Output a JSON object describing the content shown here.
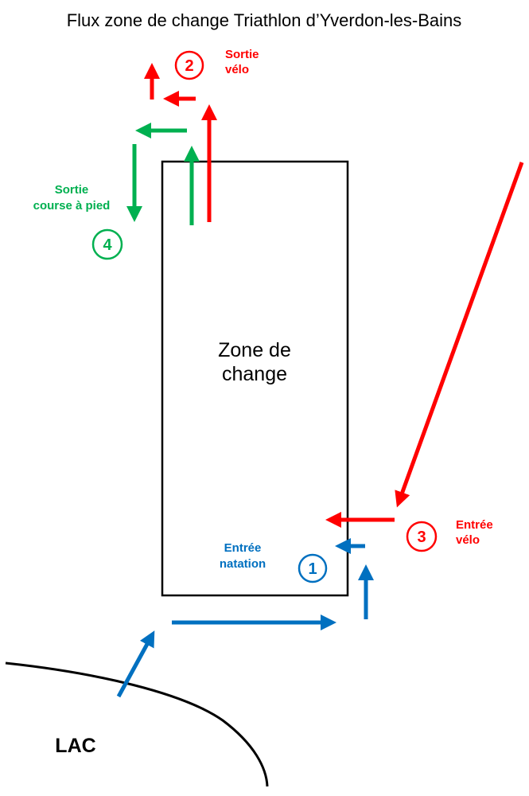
{
  "title": "Flux zone de change Triathlon d’Yverdon-les-Bains",
  "zone": {
    "line1": "Zone de",
    "line2": "change"
  },
  "lake": "LAC",
  "colors": {
    "swim": "#0070C0",
    "bike": "#FF0000",
    "run": "#00B050",
    "outline": "#000000"
  },
  "steps": [
    {
      "number": "1",
      "label_line1": "Entrée",
      "label_line2": "natation",
      "color": "#0070C0"
    },
    {
      "number": "2",
      "label_line1": "Sortie",
      "label_line2": "vélo",
      "color": "#FF0000"
    },
    {
      "number": "3",
      "label_line1": "Entrée",
      "label_line2": "vélo",
      "color": "#FF0000"
    },
    {
      "number": "4",
      "label_line1": "Sortie",
      "label_line2": "course à pied",
      "color": "#00B050"
    }
  ]
}
